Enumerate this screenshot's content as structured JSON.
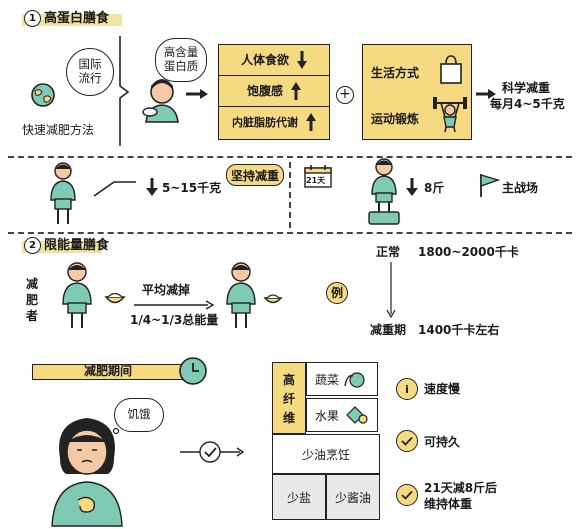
{
  "section1": {
    "number": "1",
    "title": "高蛋白膳食",
    "intl_bubble": "国际流行",
    "method": "快速减肥方法",
    "protein_bubble": "高含量蛋白质",
    "effects": [
      {
        "label": "人体食欲",
        "dir": "down"
      },
      {
        "label": "饱腹感",
        "dir": "up"
      },
      {
        "label": "内脏脂肪代谢",
        "dir": "up"
      }
    ],
    "plus": "+",
    "lifestyle": "生活方式",
    "exercise": "运动锻炼",
    "result_line1": "科学减重",
    "result_line2": "每月4~5千克"
  },
  "row2": {
    "loss": "5~15千克",
    "keep_bubble": "坚持减重",
    "calendar": "21天",
    "loss8": "8斤",
    "battlefield": "主战场"
  },
  "section2": {
    "number": "2",
    "title": "限能量膳食",
    "vertical_label": [
      "减",
      "肥",
      "者"
    ],
    "avg_reduce": "平均减掉",
    "fraction": "1/4~1/3总能量",
    "example": "例",
    "normal_label": "正常",
    "normal_value": "1800~2000千卡",
    "period_label": "减重期",
    "period_value": "1400千卡左右"
  },
  "section3": {
    "period_banner": "减肥期间",
    "hungry": "饥饿",
    "fiber": [
      "高",
      "纤",
      "维"
    ],
    "veg": "蔬菜",
    "fruit": "水果",
    "less_oil": "少油烹饪",
    "less_salt": "少盐",
    "less_soy": "少酱油",
    "results": [
      {
        "icon": "i",
        "text": "速度慢"
      },
      {
        "icon": "check",
        "text": "可持久"
      },
      {
        "icon": "check",
        "text": "21天减8斤后",
        "text2": "维持体重"
      }
    ]
  },
  "colors": {
    "accent": "#f6da82",
    "skin": "#f4c9a6",
    "teal": "#7fcab4",
    "line": "#222222"
  }
}
